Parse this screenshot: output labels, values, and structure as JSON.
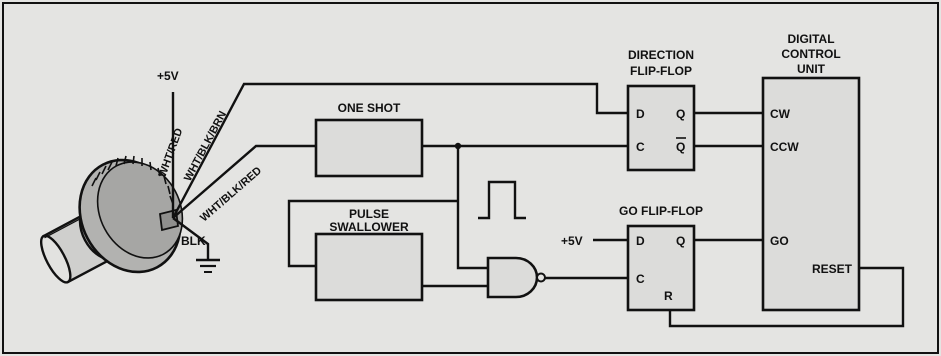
{
  "diagram": {
    "potentiometer": {
      "supply": "+5V",
      "wires": [
        "WHT/RED",
        "WHT/BLK/BRN",
        "WHT/BLK/RED"
      ],
      "ground_wire": "BLK"
    },
    "one_shot": {
      "title": "ONE SHOT"
    },
    "pulse_swallower": {
      "title_line1": "PULSE",
      "title_line2": "SWALLOWER"
    },
    "direction_flip_flop": {
      "title_line1": "DIRECTION",
      "title_line2": "FLIP-FLOP",
      "pins": {
        "d": "D",
        "c": "C",
        "q": "Q",
        "qbar": "Q"
      }
    },
    "go_flip_flop": {
      "title": "GO FLIP-FLOP",
      "supply": "+5V",
      "pins": {
        "d": "D",
        "c": "C",
        "q": "Q",
        "r": "R"
      }
    },
    "digital_control_unit": {
      "title_line1": "DIGITAL",
      "title_line2": "CONTROL",
      "title_line3": "UNIT",
      "inputs": {
        "cw": "CW",
        "ccw": "CCW",
        "go": "GO",
        "reset": "RESET"
      }
    }
  }
}
